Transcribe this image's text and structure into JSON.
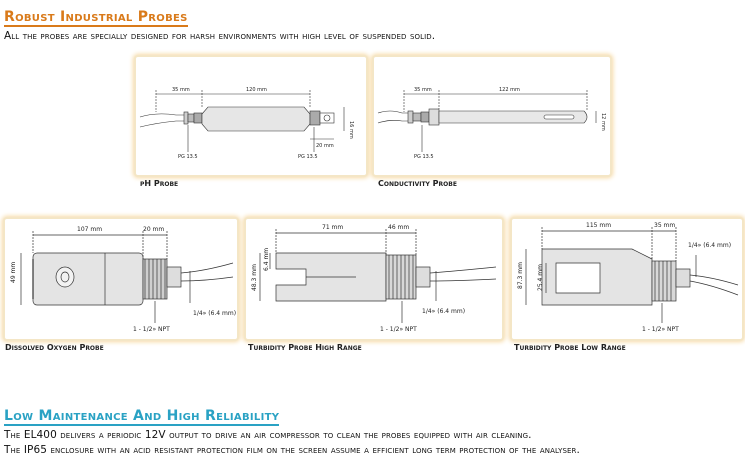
{
  "sections": {
    "probes": {
      "title": "Robust Industrial Probes",
      "subtitle": "All the probes are specially designed for harsh environments with high level of suspended solid.",
      "color": "#d97a1a"
    },
    "maintenance": {
      "title": "Low Maintenance And High Reliability",
      "line1": "The EL400 delivers a periodic 12V output to drive an air compressor to clean the probes equipped with air cleaning.",
      "line2": "The IP65 enclosure with an acid resistant protection film on the screen assume a efficient long term protection of the analyser.",
      "color": "#2aa2c4"
    }
  },
  "probes": {
    "ph": {
      "caption": "pH Probe",
      "dims": [
        "35 mm",
        "120 mm",
        "20 mm",
        "16 mm"
      ],
      "labels": [
        "PG 13.5",
        "PG 13.5"
      ]
    },
    "conductivity": {
      "caption": "Conductivity Probe",
      "dims": [
        "35 mm",
        "122 mm",
        "12 mm"
      ],
      "labels": [
        "PG 13.5"
      ]
    },
    "dissolved_oxygen": {
      "caption": "Dissolved Oxygen Probe",
      "dims": [
        "107 mm",
        "20 mm",
        "49 mm",
        "1/4» (6.4 mm)"
      ],
      "labels": [
        "1 - 1/2» NPT"
      ]
    },
    "turbidity_high": {
      "caption": "Turbidity Probe High Range",
      "dims": [
        "71 mm",
        "46 mm",
        "48.3 mm",
        "6.4 mm",
        "1/4» (6.4 mm)"
      ],
      "labels": [
        "1 - 1/2» NPT"
      ]
    },
    "turbidity_low": {
      "caption": "Turbidity Probe Low Range",
      "dims": [
        "115 mm",
        "35 mm",
        "87.3 mm",
        "25.4 mm",
        "1/4» (6.4 mm)"
      ],
      "labels": [
        "1 - 1/2» NPT"
      ]
    }
  }
}
